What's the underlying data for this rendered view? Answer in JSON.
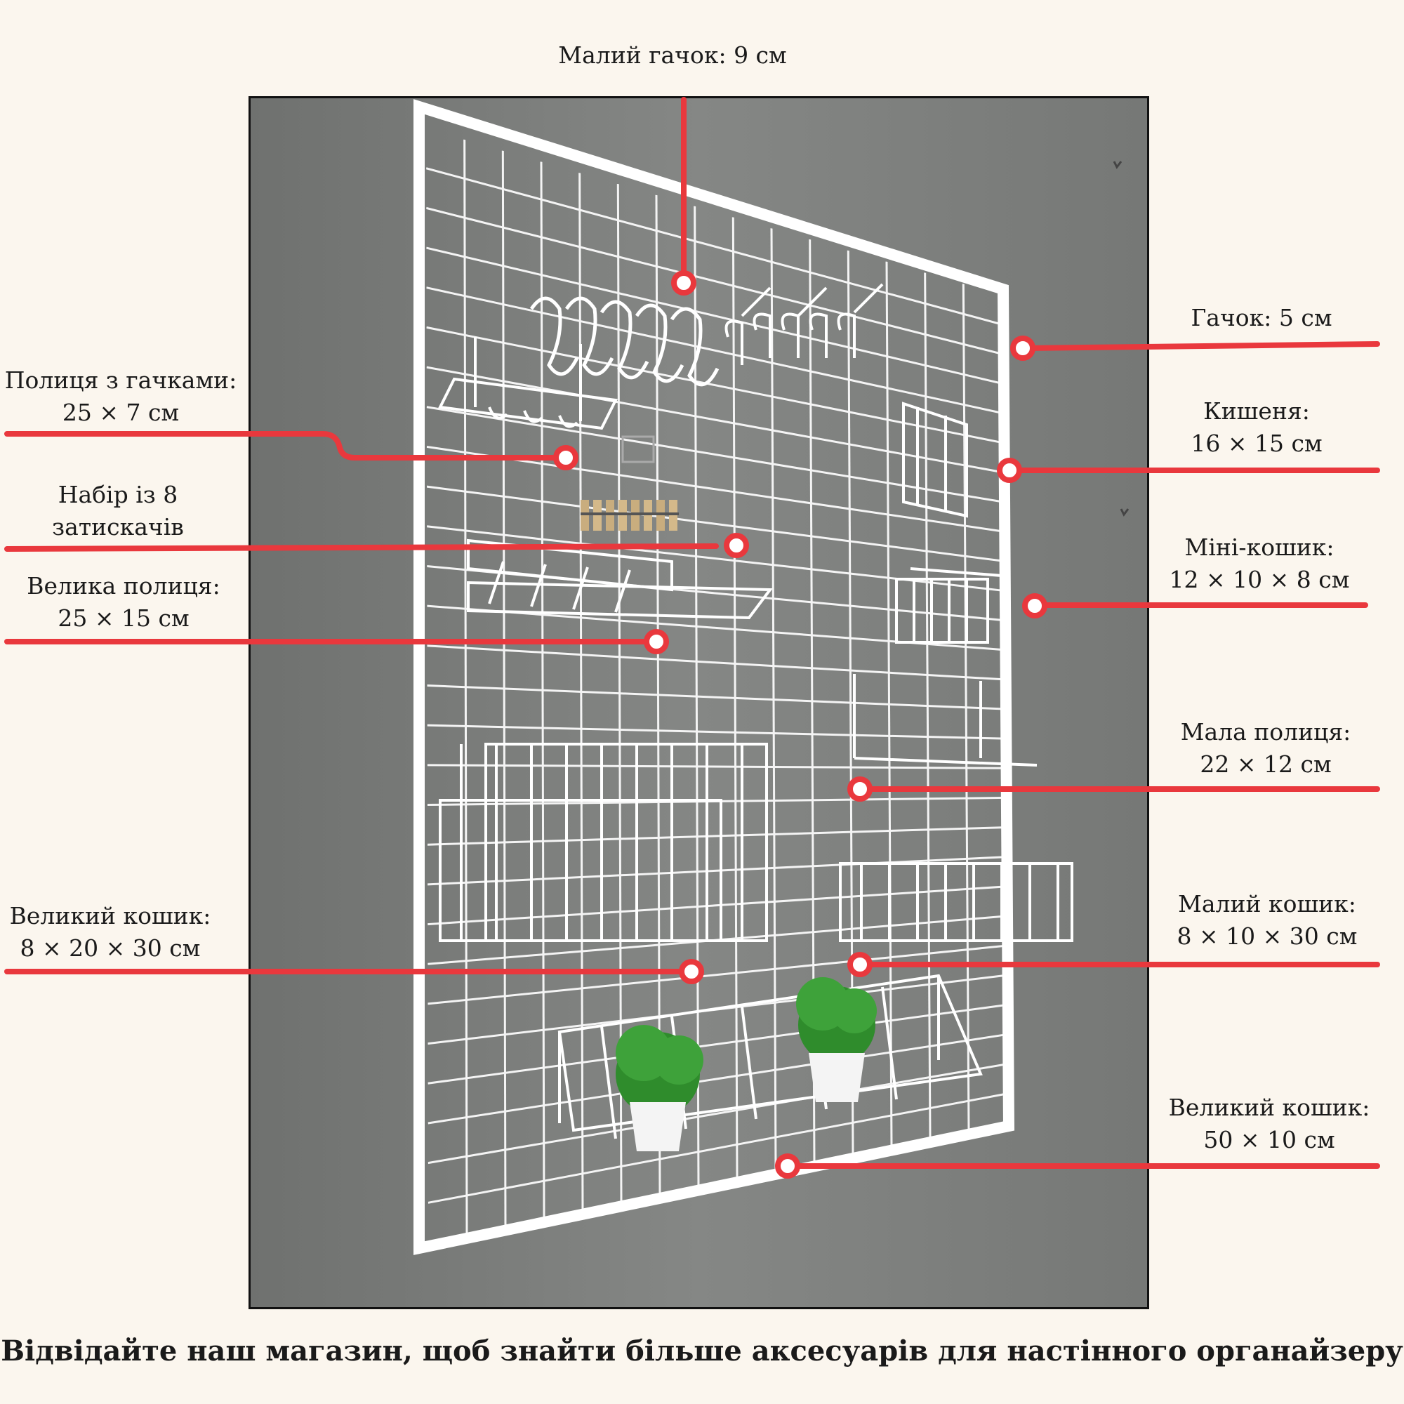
{
  "colors": {
    "background": "#fbf6ee",
    "wall": "#7f817f",
    "grid": "#ffffff",
    "callout": "#e9383d"
  },
  "labels": {
    "small_hook": [
      "Малий гачок: 9 см"
    ],
    "hook": [
      "Гачок: 5 см"
    ],
    "hook_shelf": [
      "Полиця з гачками:",
      "25 × 7 см"
    ],
    "pocket": [
      "Кишеня:",
      "16 × 15 см"
    ],
    "clip_set": [
      "Набір із 8",
      "затискачів"
    ],
    "mini_basket": [
      "Міні-кошик:",
      "12 × 10 × 8 см"
    ],
    "big_shelf": [
      "Велика полиця:",
      "25 × 15 см"
    ],
    "small_shelf": [
      "Мала полиця:",
      "22 × 12 см"
    ],
    "big_basket_1": [
      "Великий кошик:",
      "8 × 20 × 30 см"
    ],
    "small_basket": [
      "Малий кошик:",
      "8 × 10 × 30 см"
    ],
    "big_basket_2": [
      "Великий кошик:",
      "50 × 10 см"
    ]
  },
  "footer": "Відвідайте наш магазин, щоб знайти більше аксесуарів для настінного органайзеру"
}
